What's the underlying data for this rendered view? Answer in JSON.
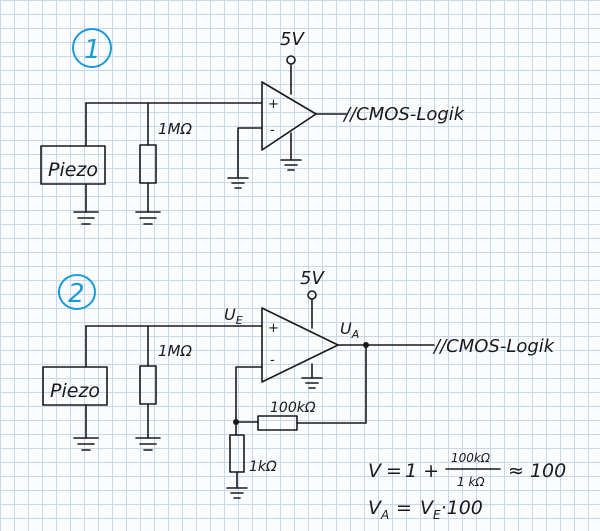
{
  "circuit1": {
    "number": "1",
    "supply": "5V",
    "resistor": "1MΩ",
    "sensor": "Piezo",
    "output": "//CMOS-Logik",
    "plus": "+",
    "minus": "-"
  },
  "circuit2": {
    "number": "2",
    "supply": "5V",
    "resistor": "1MΩ",
    "sensor": "Piezo",
    "input_label": "U",
    "input_sub": "E",
    "output_label": "U",
    "output_sub": "A",
    "output": "//CMOS-Logik",
    "feedback_resistor": "100kΩ",
    "ground_resistor": "1kΩ",
    "plus": "+",
    "minus": "-"
  },
  "formula": {
    "v_lhs": "V",
    "eq": "=",
    "one_plus": "1 +",
    "numerator": "100kΩ",
    "denominator": "1 kΩ",
    "approx": "≈ 100",
    "va_lhs": "V",
    "va_sub": "A",
    "va_eq": "=",
    "va_rhs": "V",
    "va_rhs_sub": "E",
    "va_mul": "·100"
  },
  "colors": {
    "ink": "#1a1a1a",
    "badge": "#1a9bd7",
    "grid": "#c9d7ee"
  }
}
